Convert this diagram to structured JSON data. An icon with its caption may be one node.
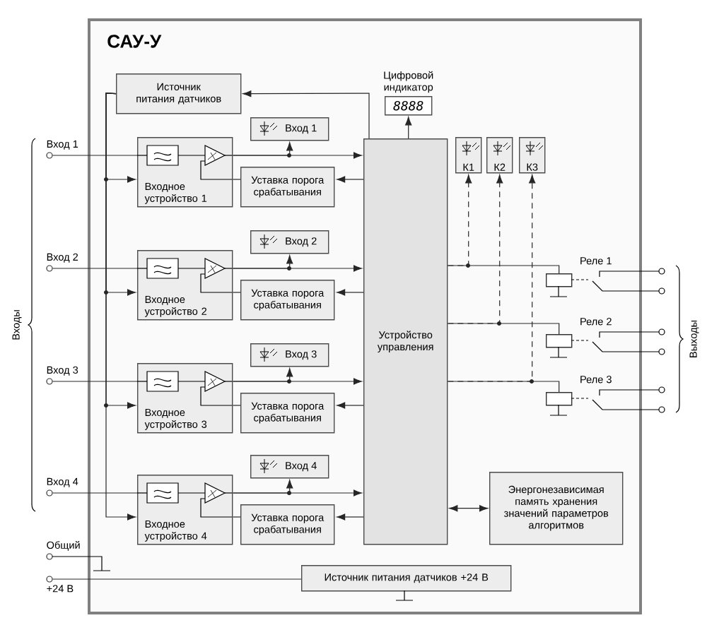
{
  "diagram": {
    "nodes": [
      {
        "text": [
          "САУ-У"
        ]
      },
      {
        "text": [
          "Источник питания датчиков"
        ],
        "in": 0
      },
      {
        "text": [
          "Цифровой индикатор",
          "8888"
        ],
        "in": 0
      },
      {
        "text": [
          "Устройство управления"
        ],
        "in": 0
      },
      {
        "text": [
          "К1"
        ],
        "in": 0
      },
      {
        "text": [
          "К2"
        ],
        "in": 0
      },
      {
        "text": [
          "К3"
        ],
        "in": 0
      },
      {
        "text": [
          "Вход 1"
        ],
        "in": 0
      },
      {
        "text": [
          "Входное устройство 1"
        ],
        "in": 0
      },
      {
        "text": [
          "Уставка порога срабатывания"
        ],
        "in": 0
      },
      {
        "text": [
          "Вход 2"
        ],
        "in": 0
      },
      {
        "text": [
          "Входное устройство 2"
        ],
        "in": 0
      },
      {
        "text": [
          "Уставка порога срабатывания"
        ],
        "in": 0
      },
      {
        "text": [
          "Вход 3"
        ],
        "in": 0
      },
      {
        "text": [
          "Входное устройство 3"
        ],
        "in": 0
      },
      {
        "text": [
          "Уставка порога срабатывания"
        ],
        "in": 0
      },
      {
        "text": [
          "Вход 4"
        ],
        "in": 0
      },
      {
        "text": [
          "Входное устройство 4"
        ],
        "in": 0
      },
      {
        "text": [
          "Уставка порога срабатывания"
        ],
        "in": 0
      },
      {
        "text": [
          "Реле 1"
        ],
        "in": 0
      },
      {
        "text": [
          "Реле 2"
        ],
        "in": 0
      },
      {
        "text": [
          "Реле 3"
        ],
        "in": 0
      },
      {
        "text": [
          "Энергонезависимая память хранения значений параметров алгоритмов"
        ],
        "in": 0
      },
      {
        "text": [
          "Источник питания датчиков +24 В"
        ],
        "in": 0
      },
      {
        "text": [
          "Вход 1"
        ]
      },
      {
        "text": [
          "Вход 2"
        ]
      },
      {
        "text": [
          "Вход 3"
        ]
      },
      {
        "text": [
          "Вход 4"
        ]
      },
      {
        "text": [
          "Общий"
        ]
      },
      {
        "text": [
          "+24 В"
        ]
      }
    ],
    "edges": [
      {
        "from": 3,
        "to": 1,
        "arrow": "to"
      },
      {
        "from": 3,
        "to": 2,
        "arrow": "to"
      },
      {
        "from": 3,
        "to": 4,
        "arrow": "to",
        "style": "dashed"
      },
      {
        "from": 3,
        "to": 5,
        "arrow": "to",
        "style": "dashed"
      },
      {
        "from": 3,
        "to": 6,
        "arrow": "to",
        "style": "dashed"
      },
      {
        "from": 3,
        "to": 19,
        "arrow": "none"
      },
      {
        "from": 3,
        "to": 20,
        "arrow": "none"
      },
      {
        "from": 3,
        "to": 21,
        "arrow": "none"
      },
      {
        "from": 3,
        "to": 22,
        "arrow": "both"
      },
      {
        "from": 24,
        "to": 8,
        "arrow": "none"
      },
      {
        "from": 1,
        "to": 8,
        "arrow": "to"
      },
      {
        "from": 8,
        "to": 3,
        "arrow": "to"
      },
      {
        "from": 8,
        "to": 7,
        "arrow": "to"
      },
      {
        "from": 3,
        "to": 9,
        "arrow": "to"
      },
      {
        "from": 9,
        "to": 8,
        "arrow": "none"
      },
      {
        "from": 25,
        "to": 11,
        "arrow": "none"
      },
      {
        "from": 1,
        "to": 11,
        "arrow": "to"
      },
      {
        "from": 11,
        "to": 3,
        "arrow": "to"
      },
      {
        "from": 11,
        "to": 10,
        "arrow": "to"
      },
      {
        "from": 3,
        "to": 12,
        "arrow": "to"
      },
      {
        "from": 12,
        "to": 11,
        "arrow": "none"
      },
      {
        "from": 26,
        "to": 14,
        "arrow": "none"
      },
      {
        "from": 1,
        "to": 14,
        "arrow": "to"
      },
      {
        "from": 14,
        "to": 3,
        "arrow": "to"
      },
      {
        "from": 14,
        "to": 13,
        "arrow": "to"
      },
      {
        "from": 3,
        "to": 15,
        "arrow": "to"
      },
      {
        "from": 15,
        "to": 14,
        "arrow": "none"
      },
      {
        "from": 27,
        "to": 17,
        "arrow": "none"
      },
      {
        "from": 1,
        "to": 17,
        "arrow": "to"
      },
      {
        "from": 17,
        "to": 3,
        "arrow": "to"
      },
      {
        "from": 17,
        "to": 16,
        "arrow": "to"
      },
      {
        "from": 3,
        "to": 18,
        "arrow": "to"
      },
      {
        "from": 18,
        "to": 17,
        "arrow": "none"
      },
      {
        "from": 29,
        "to": 23,
        "arrow": "none"
      }
    ],
    "labels": [
      "Входы",
      "Выходы"
    ]
  }
}
